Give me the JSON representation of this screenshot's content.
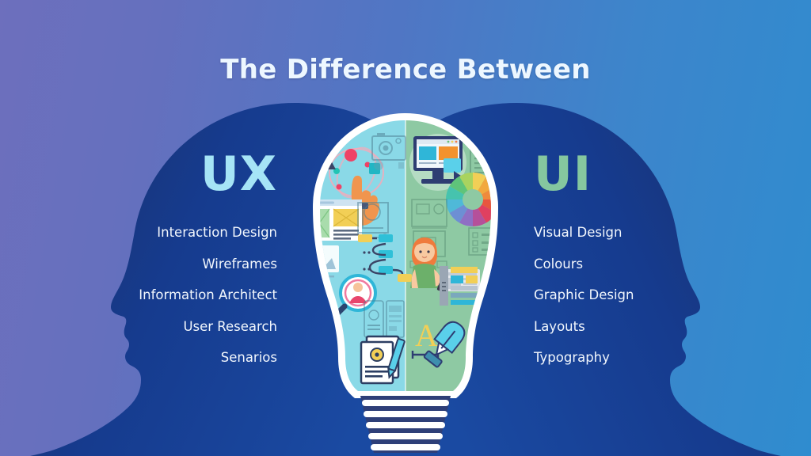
{
  "header": {
    "title": "The Difference Between"
  },
  "colors": {
    "bg_left": "#6d6fbd",
    "bg_right": "#2f8ccf",
    "head_dark": "#16347c",
    "head_dark2": "#1b4da0",
    "ux_accent": "#a5e4f6",
    "ui_accent": "#85c79f",
    "bulb_outline": "#ffffff",
    "bulb_left_fill": "#8ad9e7",
    "bulb_right_fill": "#8ec9a3",
    "bulb_base": "#2e3f78",
    "title_color": "#edf7ff"
  },
  "left_panel": {
    "heading": "UX",
    "items": [
      "Interaction Design",
      "Wireframes",
      "Information Architect",
      "User Research",
      "Senarios"
    ]
  },
  "right_panel": {
    "heading": "UI",
    "items": [
      "Visual Design",
      "Colours",
      "Graphic Design",
      "Layouts",
      "Typography"
    ]
  },
  "bulb": {
    "left_icons": [
      "touch-gesture-icon",
      "camera-icon",
      "wireframe-mockup-icon",
      "image-placeholder-icon",
      "crop-tool-icon",
      "flowchart-icon",
      "user-research-magnifier-icon",
      "mobile-wireframe-icon",
      "document-pen-icon"
    ],
    "right_icons": [
      "desktop-design-monitor-icon",
      "text-document-icon",
      "color-wheel-icon",
      "blueprint-schematic-icon",
      "designer-person-icon",
      "layout-list-icon",
      "layout-blocks-icon",
      "typography-aa-icon",
      "pen-tool-icon"
    ],
    "typography_sample": "Aa",
    "base_stripes": 5
  }
}
